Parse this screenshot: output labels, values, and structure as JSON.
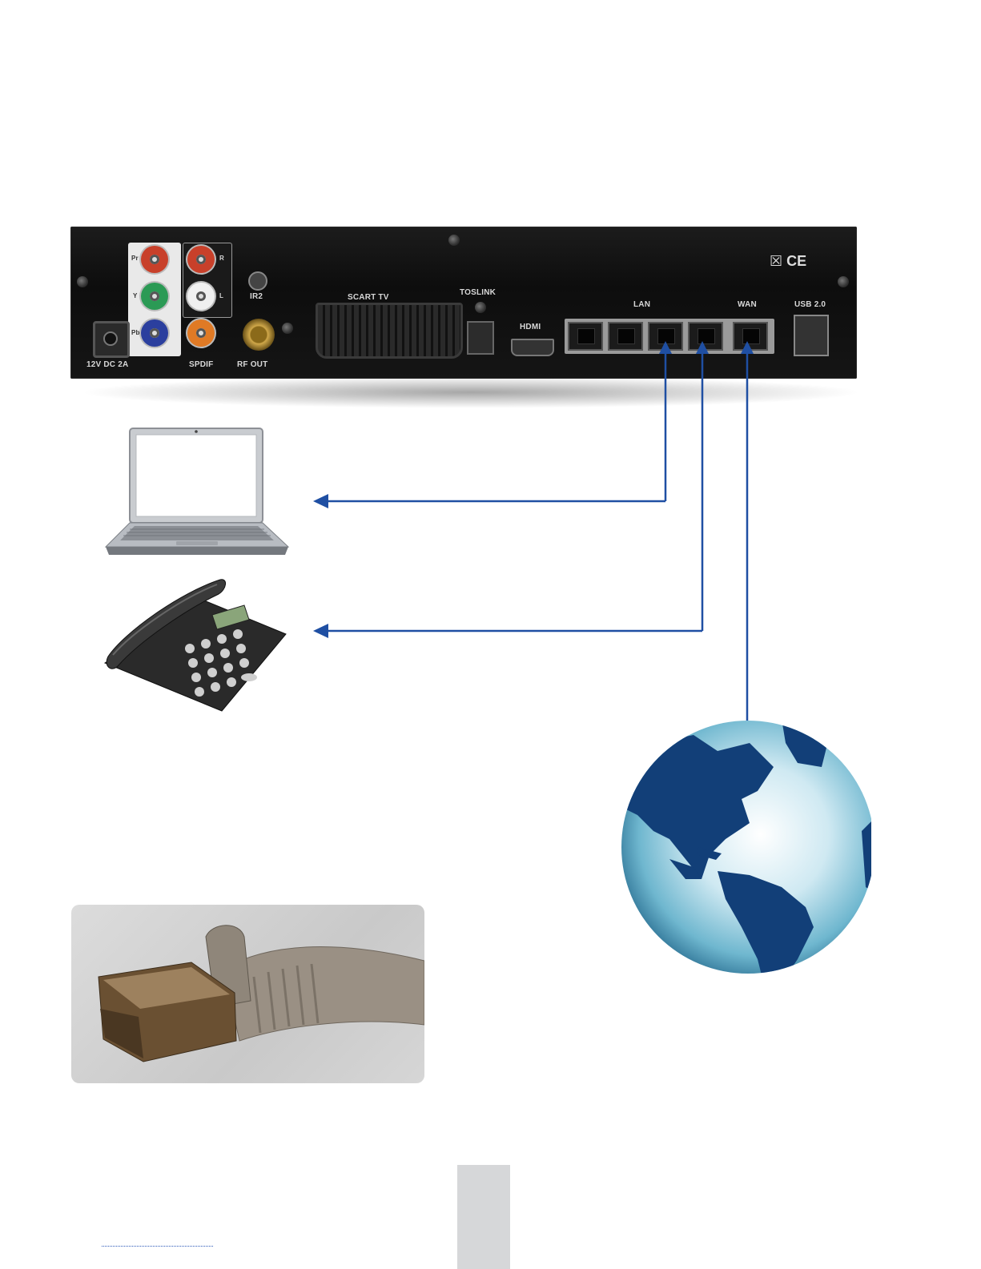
{
  "back_panel": {
    "labels": {
      "power": "12V DC 2A",
      "spdif": "SPDIF",
      "rf_out": "RF OUT",
      "ir2": "IR2",
      "scart": "SCART TV",
      "toslink": "TOSLINK",
      "hdmi": "HDMI",
      "lan": "LAN",
      "wan": "WAN",
      "usb": "USB 2.0",
      "pr": "Pr",
      "y": "Y",
      "pb": "Pb",
      "r": "R",
      "l": "L",
      "ce_mark": "CE"
    },
    "colors": {
      "rca_pr": "#c8402a",
      "rca_y": "#2b9a55",
      "rca_pb": "#2b3f9e",
      "rca_r": "#c8402a",
      "rca_l": "#f0f0f0",
      "rca_spdif": "#e07a25"
    }
  },
  "connections": [
    {
      "from": "lan-port-3",
      "to": "laptop"
    },
    {
      "from": "lan-port-4",
      "to": "phone"
    },
    {
      "from": "wan-port",
      "to": "internet-globe"
    }
  ],
  "colors": {
    "arrow": "#1f4fa3",
    "page_tab": "#d6d7d9"
  },
  "icons": [
    "laptop-icon",
    "phone-icon",
    "globe-icon",
    "ethernet-cable-icon"
  ]
}
